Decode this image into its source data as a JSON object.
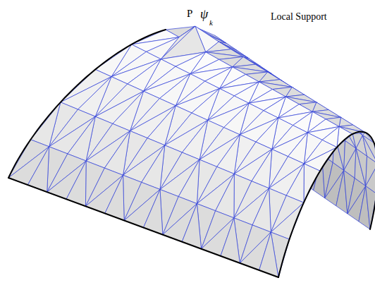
{
  "diagram": {
    "labels": [
      "P",
      "ψ",
      "k",
      "Local Support"
    ]
  }
}
